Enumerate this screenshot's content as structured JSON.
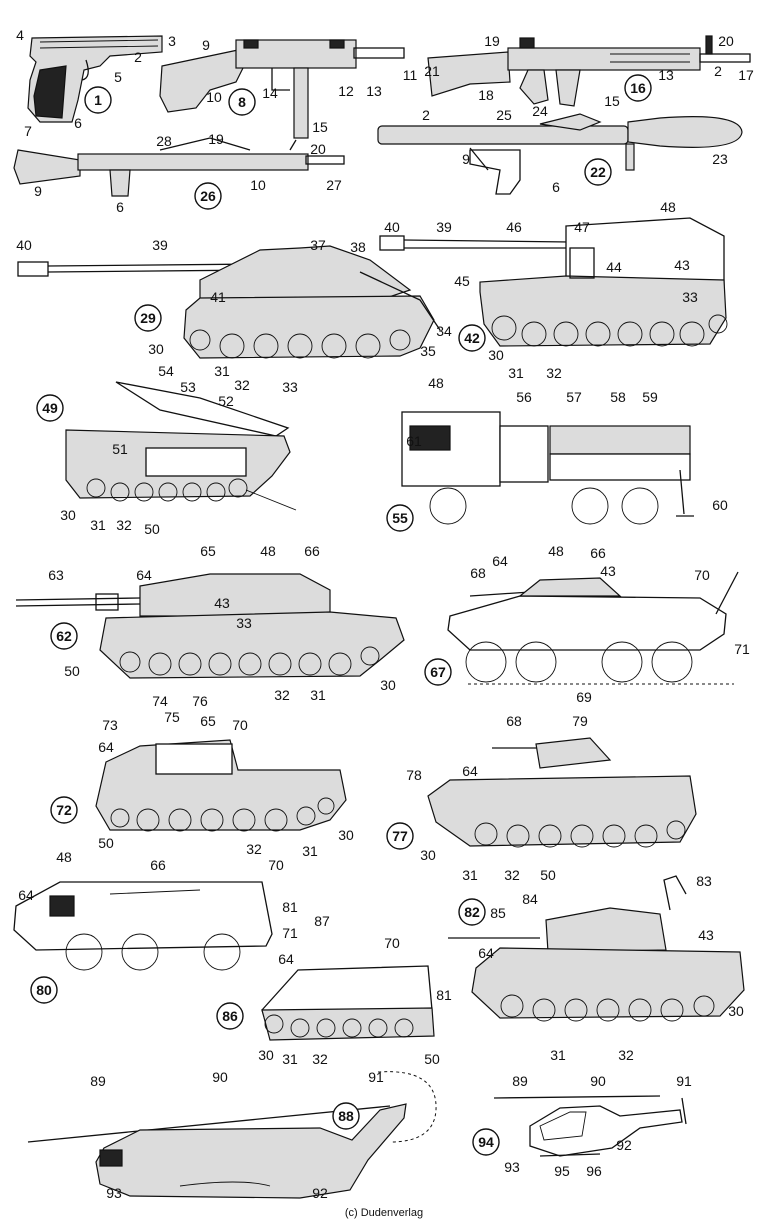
{
  "credit": "(c) Dudenverlag",
  "figures": [
    {
      "ref": "1",
      "labels": [
        "4",
        "3",
        "2",
        "5",
        "7",
        "6"
      ]
    },
    {
      "ref": "8",
      "labels": [
        "9",
        "10",
        "14",
        "12",
        "13",
        "11",
        "15"
      ]
    },
    {
      "ref": "16",
      "labels": [
        "19",
        "20",
        "21",
        "13",
        "2",
        "17",
        "18",
        "15"
      ]
    },
    {
      "ref": "22",
      "labels": [
        "2",
        "25",
        "24",
        "9",
        "6",
        "23"
      ]
    },
    {
      "ref": "26",
      "labels": [
        "28",
        "19",
        "20",
        "9",
        "6",
        "10",
        "27"
      ]
    },
    {
      "ref": "29",
      "labels": [
        "40",
        "39",
        "37",
        "38",
        "41",
        "30",
        "31",
        "32",
        "33",
        "34",
        "35"
      ]
    },
    {
      "ref": "42",
      "labels": [
        "40",
        "39",
        "46",
        "47",
        "48",
        "44",
        "43",
        "45",
        "33",
        "30",
        "31",
        "32"
      ]
    },
    {
      "ref": "49",
      "labels": [
        "54",
        "53",
        "52",
        "51",
        "30",
        "31",
        "32",
        "50"
      ]
    },
    {
      "ref": "55",
      "labels": [
        "48",
        "56",
        "57",
        "58",
        "59",
        "61",
        "60"
      ]
    },
    {
      "ref": "62",
      "labels": [
        "65",
        "48",
        "66",
        "63",
        "64",
        "43",
        "33",
        "50",
        "32",
        "31",
        "30"
      ]
    },
    {
      "ref": "67",
      "labels": [
        "64",
        "48",
        "66",
        "68",
        "43",
        "70",
        "71",
        "69"
      ]
    },
    {
      "ref": "72",
      "labels": [
        "74",
        "76",
        "73",
        "75",
        "65",
        "70",
        "64",
        "50",
        "32",
        "31",
        "30"
      ]
    },
    {
      "ref": "77",
      "labels": [
        "68",
        "79",
        "78",
        "64",
        "30",
        "31",
        "32",
        "50"
      ]
    },
    {
      "ref": "80",
      "labels": [
        "48",
        "66",
        "70",
        "64",
        "81",
        "71"
      ]
    },
    {
      "ref": "82",
      "labels": [
        "85",
        "84",
        "83",
        "64",
        "43",
        "30",
        "31",
        "32"
      ]
    },
    {
      "ref": "86",
      "labels": [
        "87",
        "70",
        "64",
        "81",
        "30",
        "31",
        "32",
        "50"
      ]
    },
    {
      "ref": "88",
      "labels": [
        "89",
        "90",
        "91",
        "93",
        "92"
      ]
    },
    {
      "ref": "94",
      "labels": [
        "89",
        "90",
        "91",
        "92",
        "93",
        "95",
        "96"
      ]
    }
  ]
}
